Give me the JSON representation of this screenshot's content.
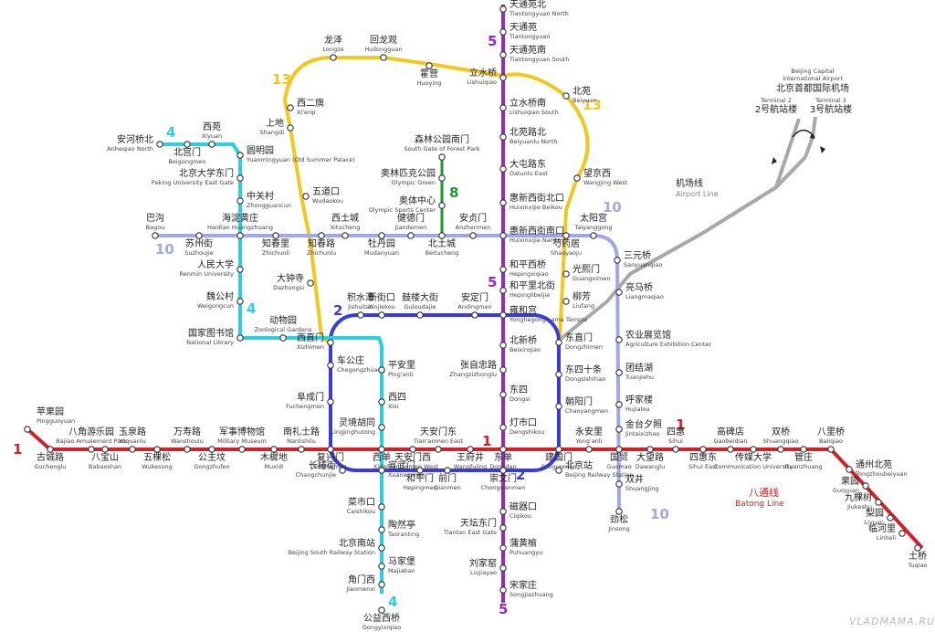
{
  "watermark": "VLADMAMA.RU",
  "airport": {
    "name_en": "Beijing Capital International Airport",
    "name_cn": "北京首都国际机场",
    "t2_cn": "2号航站楼",
    "t2_en": "Terminal 2",
    "t3_cn": "3号航站楼",
    "t3_en": "Terminal 3",
    "line_cn": "机场线",
    "line_en": "Airport Line"
  },
  "batong_label": {
    "cn": "八通线",
    "en": "Batong Line"
  },
  "colors": {
    "line1": "#d42027",
    "line2": "#3a3ae0",
    "line4": "#2ad0e0",
    "line5": "#9a26c4",
    "line8": "#1a9a2a",
    "line10": "#a0a8e8",
    "line13": "#f2c81c",
    "airport": "#a8a8a8"
  },
  "line_numbers": [
    {
      "id": "l1w",
      "text": "1",
      "color": "#d42027"
    },
    {
      "id": "l1c",
      "text": "1",
      "color": "#d42027"
    },
    {
      "id": "l1e",
      "text": "1",
      "color": "#d42027"
    },
    {
      "id": "l2n",
      "text": "2",
      "color": "#3a3ae0"
    },
    {
      "id": "l2s",
      "text": "2",
      "color": "#3a3ae0"
    },
    {
      "id": "l4n",
      "text": "4",
      "color": "#2ad0e0"
    },
    {
      "id": "l4m",
      "text": "4",
      "color": "#2ad0e0"
    },
    {
      "id": "l4s",
      "text": "4",
      "color": "#2ad0e0"
    },
    {
      "id": "l5n",
      "text": "5",
      "color": "#9a26c4"
    },
    {
      "id": "l5m",
      "text": "5",
      "color": "#9a26c4"
    },
    {
      "id": "l5s",
      "text": "5",
      "color": "#9a26c4"
    },
    {
      "id": "l8",
      "text": "8",
      "color": "#1a9a2a"
    },
    {
      "id": "l10w",
      "text": "10",
      "color": "#a0a8e8"
    },
    {
      "id": "l10e",
      "text": "10",
      "color": "#a0a8e8"
    },
    {
      "id": "l10s",
      "text": "10",
      "color": "#a0a8e8"
    },
    {
      "id": "l13w",
      "text": "13",
      "color": "#f2c81c"
    },
    {
      "id": "l13e",
      "text": "13",
      "color": "#f2c81c"
    }
  ],
  "stations": [
    {
      "id": "pingguoyuan",
      "cn": "苹果园",
      "en": "Pingguoyuan"
    },
    {
      "id": "guchenglu",
      "cn": "古城路",
      "en": "Guchenglu"
    },
    {
      "id": "bajiao",
      "cn": "八角游乐园",
      "en": "Bajiao Amusement Park"
    },
    {
      "id": "babaoshan",
      "cn": "八宝山",
      "en": "Babaoshan"
    },
    {
      "id": "yuquanlu",
      "cn": "玉泉路",
      "en": "Yuquanlu"
    },
    {
      "id": "wukesong",
      "cn": "五棵松",
      "en": "Wukesong"
    },
    {
      "id": "wanshoulu",
      "cn": "万寿路",
      "en": "Wanshoulu"
    },
    {
      "id": "gongzhufen",
      "cn": "公主坟",
      "en": "Gongzhufen"
    },
    {
      "id": "military",
      "cn": "军事博物馆",
      "en": "Military Museum"
    },
    {
      "id": "muxidi",
      "cn": "木樨地",
      "en": "Muxidi"
    },
    {
      "id": "nanlishilu",
      "cn": "南礼士路",
      "en": "Nanlishilu"
    },
    {
      "id": "fuxingmen",
      "cn": "复兴门",
      "en": "Fuxingmen"
    },
    {
      "id": "xidan",
      "cn": "西单",
      "en": "Xidan"
    },
    {
      "id": "tiananmenwest",
      "cn": "天安门西",
      "en": "Tian'anmen West"
    },
    {
      "id": "tiananmeneast",
      "cn": "天安门东",
      "en": "Tian'anmen East"
    },
    {
      "id": "wangfujing",
      "cn": "王府井",
      "en": "Wangfujing"
    },
    {
      "id": "dongdan",
      "cn": "东单",
      "en": "Dongdan"
    },
    {
      "id": "jianguomen",
      "cn": "建国门",
      "en": "Jianguomen"
    },
    {
      "id": "yonganli",
      "cn": "永安里",
      "en": "Yong'anli"
    },
    {
      "id": "guomao",
      "cn": "国贸",
      "en": "Guomao"
    },
    {
      "id": "dawanglu",
      "cn": "大望路",
      "en": "Dawanglu"
    },
    {
      "id": "sihui",
      "cn": "四惠",
      "en": "Sihui"
    },
    {
      "id": "sihuidong",
      "cn": "四惠东",
      "en": "Sihui East"
    },
    {
      "id": "gaobeidian",
      "cn": "高碑店",
      "en": "Gaobeidian"
    },
    {
      "id": "chuanmei",
      "cn": "传媒大学",
      "en": "Communication University"
    },
    {
      "id": "shuangqiao",
      "cn": "双桥",
      "en": "Shuangqiao"
    },
    {
      "id": "guanzhuang",
      "cn": "管庄",
      "en": "Guanzhuang"
    },
    {
      "id": "baliqiao",
      "cn": "八里桥",
      "en": "Baliqiao"
    },
    {
      "id": "tongzhoubeiyuan",
      "cn": "通州北苑",
      "en": "Tongzhoubeiyuan"
    },
    {
      "id": "guoyuan",
      "cn": "果园",
      "en": "Guoyuan"
    },
    {
      "id": "jiukeshu",
      "cn": "九棵树",
      "en": "Jiukeshu"
    },
    {
      "id": "liyuan",
      "cn": "梨园",
      "en": "Liyuan"
    },
    {
      "id": "linheli",
      "cn": "临河里",
      "en": "Linheli"
    },
    {
      "id": "tuqiao",
      "cn": "土桥",
      "en": "Tuqiao"
    },
    {
      "id": "jishuitan",
      "cn": "积水潭",
      "en": "Jishuitan"
    },
    {
      "id": "guloudajie",
      "cn": "鼓楼大街",
      "en": "Guloudajie"
    },
    {
      "id": "andingmen",
      "cn": "安定门",
      "en": "Andingmen"
    },
    {
      "id": "yonghegong",
      "cn": "雍和宫",
      "en": "Yonghegong Lama Temple"
    },
    {
      "id": "dongzhimen",
      "cn": "东直门",
      "en": "Dongzhimen"
    },
    {
      "id": "dongsishitiao",
      "cn": "东四十条",
      "en": "Dongsishitiao"
    },
    {
      "id": "chaoyangmen",
      "cn": "朝阳门",
      "en": "Chaoyangmen"
    },
    {
      "id": "beijingstation",
      "cn": "北京站",
      "en": "Beijing Railway Station"
    },
    {
      "id": "chongwenmen",
      "cn": "崇文门",
      "en": "Chongwenmen"
    },
    {
      "id": "qianmen",
      "cn": "前门",
      "en": "Qianmen"
    },
    {
      "id": "hepingmen",
      "cn": "和平门",
      "en": "Hepingmen"
    },
    {
      "id": "xuanwumen",
      "cn": "宣武门",
      "en": "Xuanwumen"
    },
    {
      "id": "changchunjie",
      "cn": "长椿街",
      "en": "Changchunjie"
    },
    {
      "id": "fuchengmen",
      "cn": "阜成门",
      "en": "Fuchengmen"
    },
    {
      "id": "chegongzhuang",
      "cn": "车公庄",
      "en": "Chegongzhuang"
    },
    {
      "id": "xizhimen",
      "cn": "西直门",
      "en": "Xizhimen"
    },
    {
      "id": "anheqiaobei",
      "cn": "安河桥北",
      "en": "Anheqiao North"
    },
    {
      "id": "beigongmen",
      "cn": "北宫门",
      "en": "Beigongmen"
    },
    {
      "id": "xiyuan",
      "cn": "西苑",
      "en": "Xiyuan"
    },
    {
      "id": "yuanmingyuan",
      "cn": "圆明园",
      "en": "Yuanmingyuan (Old Summer Palace)"
    },
    {
      "id": "pkueast",
      "cn": "北京大学东门",
      "en": "Peking University East Gate"
    },
    {
      "id": "zhongguancun",
      "cn": "中关村",
      "en": "Zhongguancun"
    },
    {
      "id": "haidianhuangzhuang",
      "cn": "海淀黄庄",
      "en": "Haidian Huangzhuang"
    },
    {
      "id": "renmin",
      "cn": "人民大学",
      "en": "Renmin University"
    },
    {
      "id": "weigongcun",
      "cn": "魏公村",
      "en": "Weigongcun"
    },
    {
      "id": "nationallib",
      "cn": "国家图书馆",
      "en": "National Library"
    },
    {
      "id": "zoo",
      "cn": "动物园",
      "en": "Zoological Gardens"
    },
    {
      "id": "xinjiekou",
      "cn": "新街口",
      "en": "Xinjiekou"
    },
    {
      "id": "pinganli",
      "cn": "平安里",
      "en": "Ping'anli"
    },
    {
      "id": "xisi",
      "cn": "西四",
      "en": "Xisi"
    },
    {
      "id": "lingjing",
      "cn": "灵境胡同",
      "en": "Lingjinghutong"
    },
    {
      "id": "caishikou",
      "cn": "菜市口",
      "en": "Caishikou"
    },
    {
      "id": "taoranting",
      "cn": "陶然亭",
      "en": "Taoranting"
    },
    {
      "id": "beijingsouth",
      "cn": "北京南站",
      "en": "Beijing South Railway Station"
    },
    {
      "id": "majiapu",
      "cn": "马家堡",
      "en": "Majiabao"
    },
    {
      "id": "jiaomenxi",
      "cn": "角门西",
      "en": "Jiaomenxi"
    },
    {
      "id": "gongyixiqiao",
      "cn": "公益西桥",
      "en": "Gongyixiqiao"
    },
    {
      "id": "tiantongyuanbei",
      "cn": "天通苑北",
      "en": "Tiantongyuan North"
    },
    {
      "id": "tiantongyuan",
      "cn": "天通苑",
      "en": "Tiantongyuan"
    },
    {
      "id": "tiantongyuannan",
      "cn": "天通苑南",
      "en": "Tiantongyuan South"
    },
    {
      "id": "lishuiqiao",
      "cn": "立水桥",
      "en": "Lishuiqiao"
    },
    {
      "id": "lishuiqiaonan",
      "cn": "立水桥南",
      "en": "Lishuiqiao South"
    },
    {
      "id": "beiyuanlubei",
      "cn": "北苑路北",
      "en": "Beiyuanlu North"
    },
    {
      "id": "datunlueast",
      "cn": "大屯路东",
      "en": "Datunlu East"
    },
    {
      "id": "huixinxijiebei",
      "cn": "惠新西街北口",
      "en": "Huixinxijie Beikou"
    },
    {
      "id": "huixinxijienan",
      "cn": "惠新西街南口",
      "en": "Huixinxijie Nankou"
    },
    {
      "id": "hepingxiqiao",
      "cn": "和平西桥",
      "en": "Hepingxiqiao"
    },
    {
      "id": "hepinglibei",
      "cn": "和平里北街",
      "en": "Hepinglibeijie"
    },
    {
      "id": "beixinqiao",
      "cn": "北新桥",
      "en": "Beixinqiao"
    },
    {
      "id": "zhangzizhonglu",
      "cn": "张自忠路",
      "en": "Zhangzizhonglu"
    },
    {
      "id": "dongsi",
      "cn": "东四",
      "en": "Dongsi"
    },
    {
      "id": "dengshikou",
      "cn": "灯市口",
      "en": "Dengshikou"
    },
    {
      "id": "ciqikou",
      "cn": "磁器口",
      "en": "Ciqikou"
    },
    {
      "id": "tiantaneast",
      "cn": "天坛东门",
      "en": "Tiantan East Gate"
    },
    {
      "id": "puhuangyu",
      "cn": "蒲黄榆",
      "en": "Puhuangyu"
    },
    {
      "id": "liujiayao",
      "cn": "刘家窑",
      "en": "Liujiayao"
    },
    {
      "id": "songjiazhuang",
      "cn": "宋家庄",
      "en": "Songjiazhuang"
    },
    {
      "id": "bagou",
      "cn": "巴沟",
      "en": "Bagou"
    },
    {
      "id": "suzhoujie",
      "cn": "苏州街",
      "en": "Suzhoujie"
    },
    {
      "id": "zhichunli",
      "cn": "知春里",
      "en": "Zhichunli"
    },
    {
      "id": "zhichunlu",
      "cn": "知春路",
      "en": "Zhichunlu"
    },
    {
      "id": "xitucheng",
      "cn": "西土城",
      "en": "Xitucheng"
    },
    {
      "id": "mudanyuan",
      "cn": "牡丹园",
      "en": "Mudanyuan"
    },
    {
      "id": "jiandemen",
      "cn": "健德门",
      "en": "Jiandemen"
    },
    {
      "id": "beitucheng",
      "cn": "北土城",
      "en": "Beitucheng"
    },
    {
      "id": "anzhenmen",
      "cn": "安贞门",
      "en": "Anzhenmen"
    },
    {
      "id": "shaoyaoju",
      "cn": "芍药居",
      "en": "Shaoyaoju"
    },
    {
      "id": "taiyanggong",
      "cn": "太阳宫",
      "en": "Taiyanggong"
    },
    {
      "id": "sanyuanqiao",
      "cn": "三元桥",
      "en": "Sanyuanqiao"
    },
    {
      "id": "liangmaqiao",
      "cn": "亮马桥",
      "en": "Liangmaqiao"
    },
    {
      "id": "agriculture",
      "cn": "农业展览馆",
      "en": "Agriculture Exhibition Center"
    },
    {
      "id": "tuanjiehu",
      "cn": "团结湖",
      "en": "Tuanjiehu"
    },
    {
      "id": "hujialou",
      "cn": "呼家楼",
      "en": "Hujialou"
    },
    {
      "id": "jintaixizhao",
      "cn": "金台夕照",
      "en": "Jintaixizhao"
    },
    {
      "id": "shuangjing",
      "cn": "双井",
      "en": "Shuangjing"
    },
    {
      "id": "jinsong",
      "cn": "劲松",
      "en": "Jinsong"
    },
    {
      "id": "olympicgreen",
      "cn": "奥林匹克公园",
      "en": "Olympic Green"
    },
    {
      "id": "forestpark",
      "cn": "森林公园南门",
      "en": "South Gate of Forest Park"
    },
    {
      "id": "olympicsports",
      "cn": "奥体中心",
      "en": "Olympic Sports Center"
    },
    {
      "id": "longze",
      "cn": "龙泽",
      "en": "Longze"
    },
    {
      "id": "huilongguan",
      "cn": "回龙观",
      "en": "Huilongguan"
    },
    {
      "id": "huoying",
      "cn": "霍营",
      "en": "Huoying"
    },
    {
      "id": "beiyuan",
      "cn": "北苑",
      "en": "Beiyuan"
    },
    {
      "id": "wangjingxi",
      "cn": "望京西",
      "en": "Wangjing West"
    },
    {
      "id": "guangximen",
      "cn": "光熙门",
      "en": "Guangximen"
    },
    {
      "id": "liufang",
      "cn": "柳芳",
      "en": "Liufang"
    },
    {
      "id": "xierqi",
      "cn": "西二旗",
      "en": "Xi'erqi"
    },
    {
      "id": "shangdi",
      "cn": "上地",
      "en": "Shangdi"
    },
    {
      "id": "wudaokou",
      "cn": "五道口",
      "en": "Wudaokou"
    },
    {
      "id": "dazhongsi",
      "cn": "大钟寺",
      "en": "Dazhongsi"
    }
  ]
}
